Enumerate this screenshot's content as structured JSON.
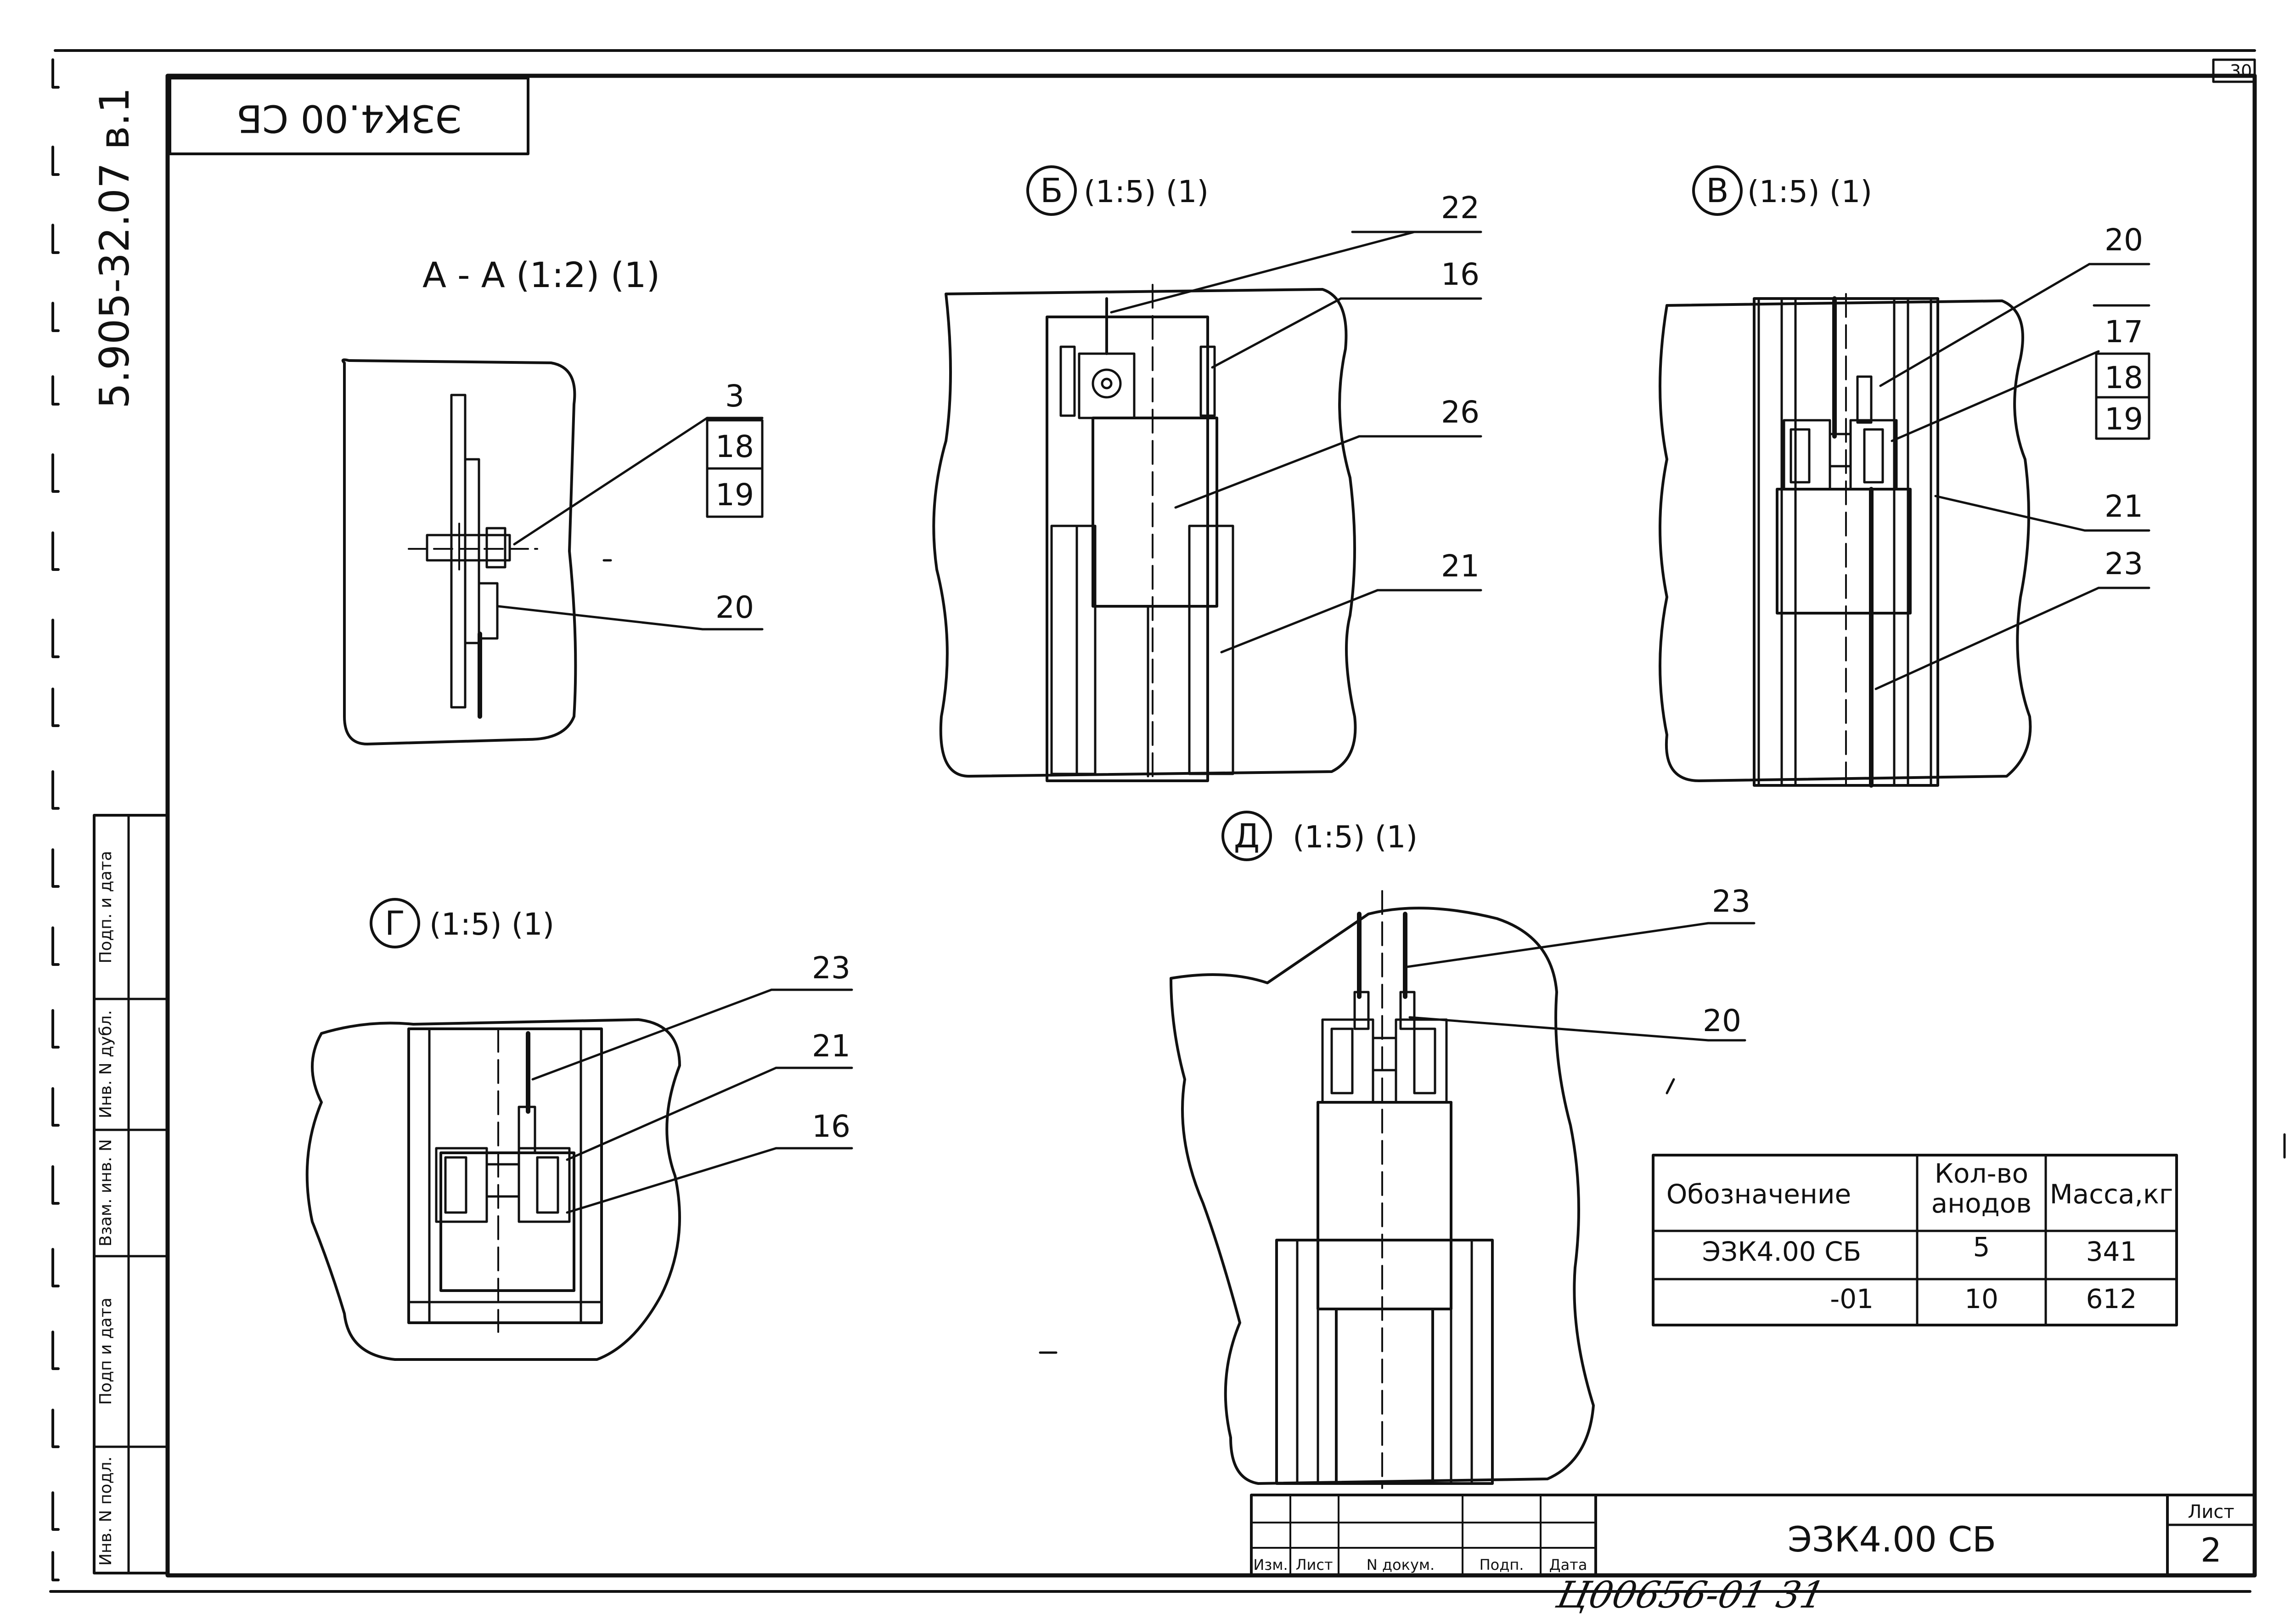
{
  "code_upside_down": "ЭЗК4.00 СБ",
  "side_code": "5.905-32.07 в.1",
  "top_sheet_number": "30",
  "views": {
    "aa": {
      "title": "А - А (1:2) (1)",
      "callouts": [
        "3",
        "18",
        "19",
        "20"
      ]
    },
    "b": {
      "letter": "Б",
      "scale": "(1:5) (1)",
      "callouts": [
        "22",
        "16",
        "26",
        "21"
      ]
    },
    "v": {
      "letter": "В",
      "scale": "(1:5) (1)",
      "callouts": [
        "20",
        "17",
        "18",
        "19",
        "21",
        "23"
      ]
    },
    "g": {
      "letter": "Г",
      "scale": "(1:5) (1)",
      "callouts": [
        "23",
        "21",
        "16"
      ]
    },
    "d": {
      "letter": "Д",
      "scale": "(1:5) (1)",
      "callouts": [
        "23",
        "20"
      ]
    }
  },
  "table": {
    "headers": [
      "Обозначение",
      "Кол-во",
      "анодов",
      "Масса,кг"
    ],
    "rows": [
      [
        "ЭЗК4.00 СБ",
        "5",
        "341"
      ],
      [
        "-01",
        "10",
        "612"
      ]
    ]
  },
  "left_stamp": [
    "Инв. N подл.",
    "Подп и дата",
    "Взам. инв. N",
    "Инв. N дубл.",
    "Подп. и дата"
  ],
  "title_block": {
    "columns": [
      "Изм.",
      "Лист",
      "N докум.",
      "Подп.",
      "Дата"
    ],
    "designation": "ЭЗК4.00 СБ",
    "sheet_label": "Лист",
    "sheet_number": "2"
  },
  "handwritten_note": "Ц00656-01 31"
}
